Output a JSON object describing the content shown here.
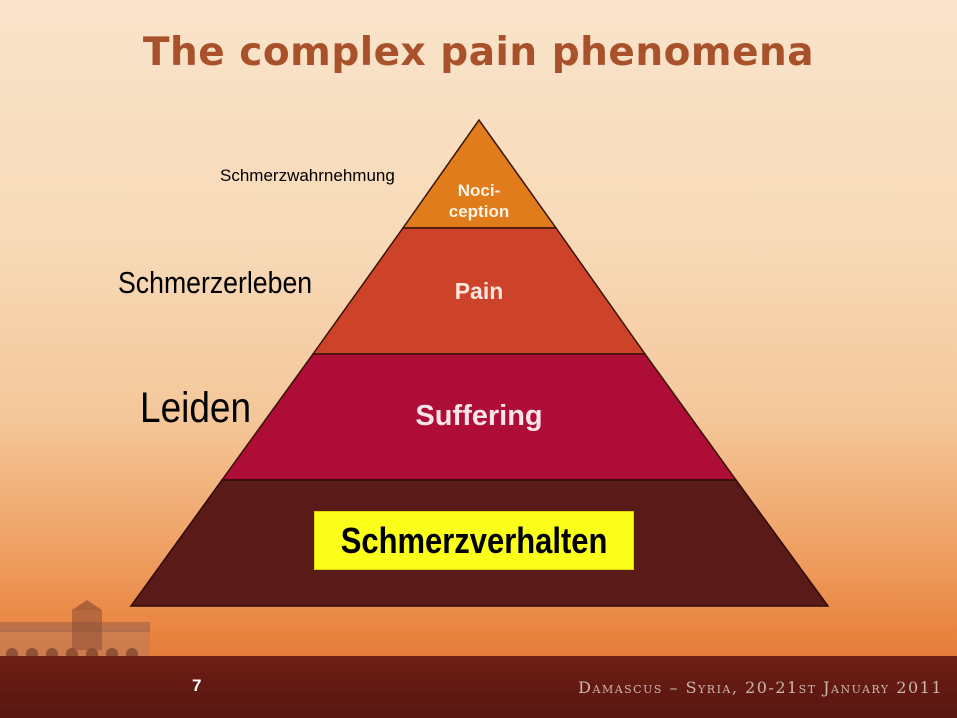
{
  "slide": {
    "title": "The complex pain phenomena",
    "page_number": "7",
    "footer_event": "Damascus – Syria, 20-21st January 2011"
  },
  "pyramid": {
    "levels": [
      {
        "name": "Noci-\nception",
        "line1": "Noci-",
        "line2": "ception",
        "color": "#e07c1b"
      },
      {
        "name": "Pain",
        "color": "#cd432a"
      },
      {
        "name": "Suffering",
        "color": "#ae0d38"
      },
      {
        "name": "Schmerzverhalten",
        "color": "#5a1a18"
      }
    ]
  },
  "side_labels": {
    "level1": "Schmerzwahrnehmung",
    "level2": "Schmerzerleben",
    "level3": "Leiden"
  },
  "highlight": {
    "text": "Schmerzverhalten",
    "color": "#fbff1a"
  }
}
